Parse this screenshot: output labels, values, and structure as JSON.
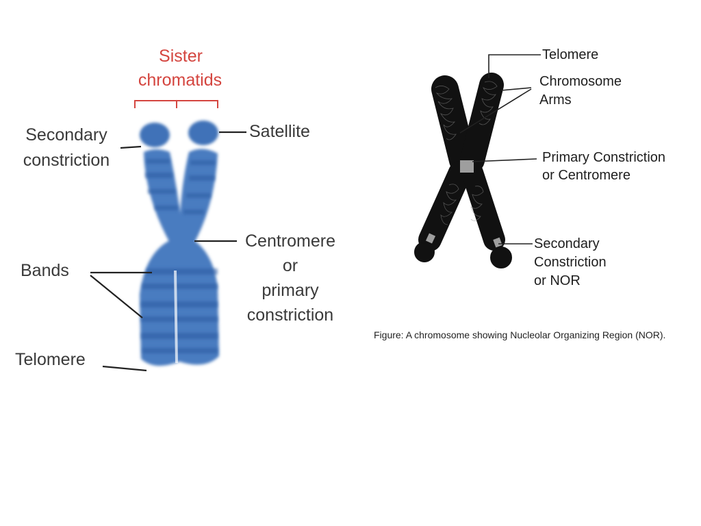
{
  "left_diagram": {
    "sister_label_line1": "Sister",
    "sister_label_line2": "chromatids",
    "secondary_line1": "Secondary",
    "secondary_line2": "constriction",
    "satellite": "Satellite",
    "centromere_line1": "Centromere",
    "centromere_line2": "or",
    "centromere_line3": "primary",
    "centromere_line4": "constriction",
    "bands": "Bands",
    "telomere": "Telomere"
  },
  "right_diagram": {
    "telomere": "Telomere",
    "arms_line1": "Chromosome",
    "arms_line2": "Arms",
    "primary_line1": "Primary Constriction",
    "primary_line2": "or Centromere",
    "secondary_line1": "Secondary",
    "secondary_line2": "Constriction",
    "secondary_line3": "or NOR",
    "caption": "Figure: A chromosome showing Nucleolar Organizing Region (NOR)."
  },
  "colors": {
    "chromatid_blue": "#3a6db3",
    "band_dark": "#2d5da3",
    "label_red": "#d4453f",
    "scribble_black": "#111111"
  }
}
